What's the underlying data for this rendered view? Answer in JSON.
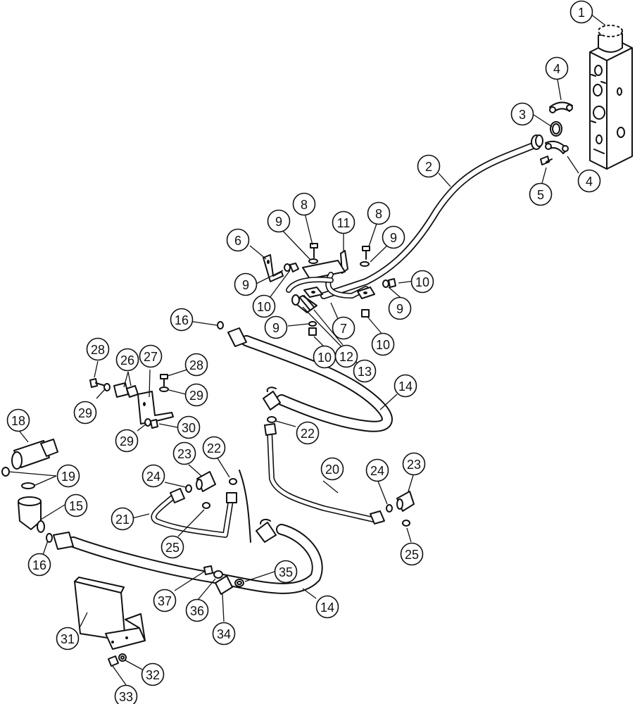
{
  "callouts": [
    {
      "id": "c1",
      "label": "1"
    },
    {
      "id": "c2",
      "label": "2"
    },
    {
      "id": "c3",
      "label": "3"
    },
    {
      "id": "c4a",
      "label": "4"
    },
    {
      "id": "c4b",
      "label": "4"
    },
    {
      "id": "c5",
      "label": "5"
    },
    {
      "id": "c6",
      "label": "6"
    },
    {
      "id": "c7",
      "label": "7"
    },
    {
      "id": "c8a",
      "label": "8"
    },
    {
      "id": "c8b",
      "label": "8"
    },
    {
      "id": "c9a",
      "label": "9"
    },
    {
      "id": "c9b",
      "label": "9"
    },
    {
      "id": "c9c",
      "label": "9"
    },
    {
      "id": "c9d",
      "label": "9"
    },
    {
      "id": "c9e",
      "label": "9"
    },
    {
      "id": "c10a",
      "label": "10"
    },
    {
      "id": "c10b",
      "label": "10"
    },
    {
      "id": "c10c",
      "label": "10"
    },
    {
      "id": "c10d",
      "label": "10"
    },
    {
      "id": "c11",
      "label": "11"
    },
    {
      "id": "c12",
      "label": "12"
    },
    {
      "id": "c13",
      "label": "13"
    },
    {
      "id": "c14a",
      "label": "14"
    },
    {
      "id": "c14b",
      "label": "14"
    },
    {
      "id": "c15",
      "label": "15"
    },
    {
      "id": "c16a",
      "label": "16"
    },
    {
      "id": "c16b",
      "label": "16"
    },
    {
      "id": "c18",
      "label": "18"
    },
    {
      "id": "c19",
      "label": "19"
    },
    {
      "id": "c20",
      "label": "20"
    },
    {
      "id": "c21",
      "label": "21"
    },
    {
      "id": "c22a",
      "label": "22"
    },
    {
      "id": "c22b",
      "label": "22"
    },
    {
      "id": "c23a",
      "label": "23"
    },
    {
      "id": "c23b",
      "label": "23"
    },
    {
      "id": "c24a",
      "label": "24"
    },
    {
      "id": "c24b",
      "label": "24"
    },
    {
      "id": "c25a",
      "label": "25"
    },
    {
      "id": "c25b",
      "label": "25"
    },
    {
      "id": "c26",
      "label": "26"
    },
    {
      "id": "c27",
      "label": "27"
    },
    {
      "id": "c28a",
      "label": "28"
    },
    {
      "id": "c28b",
      "label": "28"
    },
    {
      "id": "c29a",
      "label": "29"
    },
    {
      "id": "c29b",
      "label": "29"
    },
    {
      "id": "c29c",
      "label": "29"
    },
    {
      "id": "c30",
      "label": "30"
    },
    {
      "id": "c31",
      "label": "31"
    },
    {
      "id": "c32",
      "label": "32"
    },
    {
      "id": "c33",
      "label": "33"
    },
    {
      "id": "c34",
      "label": "34"
    },
    {
      "id": "c35",
      "label": "35"
    },
    {
      "id": "c36",
      "label": "36"
    },
    {
      "id": "c37",
      "label": "37"
    }
  ]
}
